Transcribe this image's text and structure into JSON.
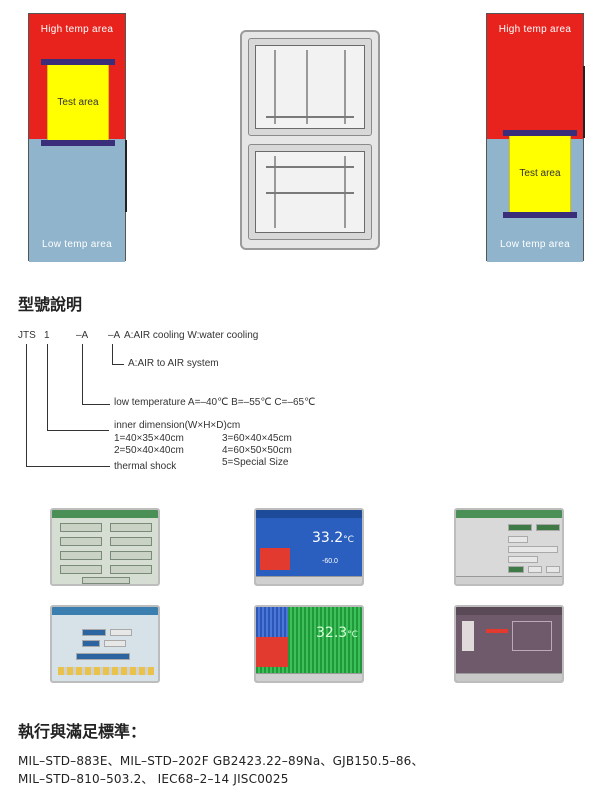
{
  "diagram_left": {
    "high_label": "High temp area",
    "test_label": "Test area",
    "low_label": "Low temp area"
  },
  "diagram_right": {
    "high_label": "High temp area",
    "test_label": "Test area",
    "low_label": "Low temp area"
  },
  "model_section": {
    "title": "型號說明",
    "prefix": "JTS",
    "part1": "1",
    "part2": "–A",
    "part3": "–A",
    "cooling": "A:AIR cooling   W:water cooling",
    "air_system": "A:AIR to AIR system",
    "low_temp": "low temperature  A=–40℃  B=–55℃  C=–65℃",
    "inner_dim_title": "inner dimension(W×H×D)cm",
    "size1": "1=40×35×40cm",
    "size2": "2=50×40×40cm",
    "size3": "3=60×40×45cm",
    "size4": "4=60×50×50cm",
    "size5": "5=Special Size",
    "thermal": "thermal   shock"
  },
  "screens": {
    "s2_value": "33.2",
    "s2_unit": "°C",
    "s2_set": "-60.0",
    "s5_value": "32.3",
    "s5_unit": "°C"
  },
  "standards": {
    "title": "執行與滿足標準：",
    "line1": "MIL–STD–883E、MIL–STD–202F   GB2423.22–89Na、GJB150.5–86、",
    "line2": "MIL–STD–810–503.2、  IEC68–2–14  JISC0025"
  },
  "colors": {
    "high": "#e8231e",
    "low": "#8fb4cc",
    "test": "#ffff00",
    "bar": "#3a2d7a"
  }
}
